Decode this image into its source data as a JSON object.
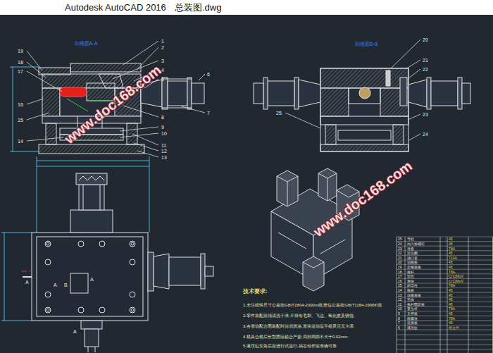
{
  "diagram": {
    "labels": [
      "Autodesk AutoCAD 2016",
      "总装图.dwg",
      "剖视图A-A",
      "剖视图B-B",
      "1",
      "2",
      "3",
      "4",
      "5",
      "6",
      "7",
      "8",
      "9",
      "10",
      "11",
      "12",
      "13",
      "14",
      "15",
      "16",
      "17",
      "18",
      "19",
      "20",
      "21",
      "22",
      "23",
      "24",
      "25",
      "A",
      "A",
      "B",
      "A",
      "A",
      "www.doc168.com",
      "www.doc168.com",
      "技术要求:",
      "1.未注线性尺寸公差按GB/T1804-2000m级,形位公差按GB/T1184-1996K级.",
      "2.零件装配前须清洗干净,不得有毛刺、飞边、氧化皮及锈蚀.",
      "3.各滑动配合面装配时涂润滑油,滑块运动应平稳灵活无卡滞.",
      "4.模具合模后分型面应贴合严密,局部间隙不大于0.02mm.",
      "5.液压缸安装后应进行试运行,抽芯动作应准确可靠.",
      "25",
      "导柱",
      "45",
      "24",
      "内六角螺钉",
      "45",
      "23",
      "导套",
      "T8A",
      "22",
      "定位圈",
      "45",
      "21",
      "浇口套",
      "T10A",
      "20",
      "动模板",
      "45",
      "19",
      "定模座板",
      "45",
      "18",
      "推杆",
      "T8A",
      "17",
      "型芯",
      "Cr12MoV",
      "16",
      "滑块",
      "Cr12MoV",
      "15",
      "斜导柱",
      "T8A",
      "14",
      "推板",
      "45",
      "13",
      "动模座板",
      "45",
      "12",
      "垫块",
      "45",
      "11",
      "推杆固定板",
      "45",
      "10",
      "复位杆",
      "T8A",
      "9",
      "支撑板",
      "45",
      "8",
      "楔紧块",
      "T8A",
      "7",
      "连接板",
      "45",
      "6",
      "液压缸",
      "组合件"
    ]
  }
}
